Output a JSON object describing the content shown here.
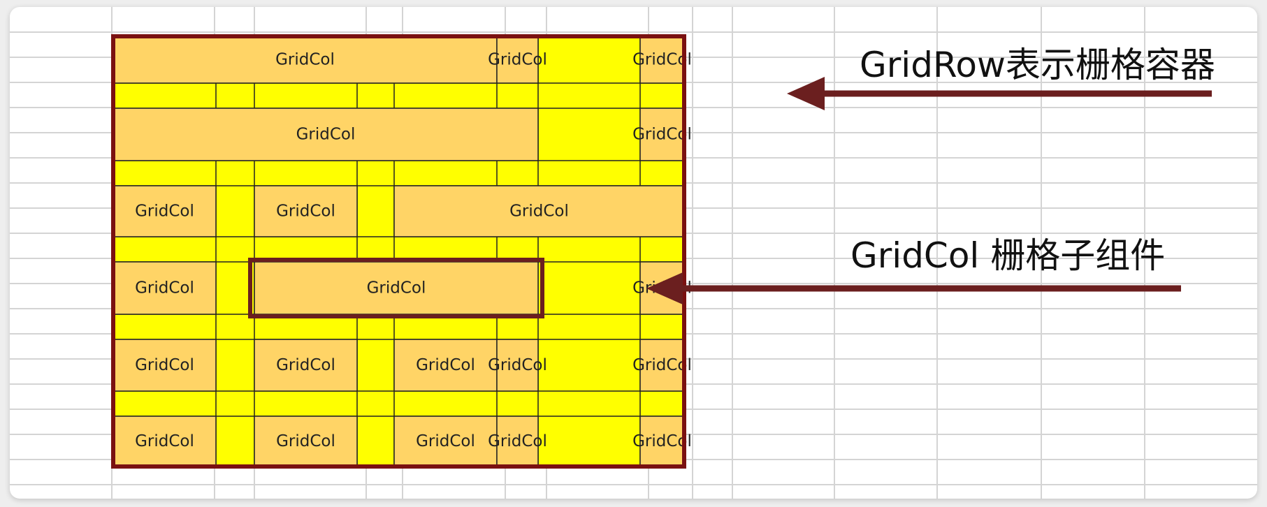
{
  "colors": {
    "background": "#ffffff",
    "sheet_grid": "#d4d4d4",
    "filler": "#ffff00",
    "col": "#ffd466",
    "col_border": "#222222",
    "container_border": "#7a1111",
    "arrow": "#6b1f1f"
  },
  "grid": {
    "column_label": "GridCol",
    "rows": [
      {
        "spans": [
          [
            0,
            4
          ],
          [
            5,
            5
          ],
          [
            7,
            7
          ]
        ]
      },
      {
        "spans": [
          [
            0,
            5
          ],
          [
            7,
            7
          ]
        ]
      },
      {
        "spans": [
          [
            0,
            0
          ],
          [
            2,
            2
          ],
          [
            4,
            7
          ]
        ]
      },
      {
        "spans": [
          [
            0,
            0
          ],
          [
            2,
            5
          ],
          [
            7,
            7
          ]
        ]
      },
      {
        "spans": [
          [
            0,
            0
          ],
          [
            2,
            2
          ],
          [
            4,
            4
          ],
          [
            5,
            5
          ],
          [
            7,
            7
          ]
        ]
      },
      {
        "spans": [
          [
            0,
            0
          ],
          [
            2,
            2
          ],
          [
            4,
            4
          ],
          [
            5,
            5
          ],
          [
            7,
            7
          ]
        ]
      }
    ],
    "highlighted": {
      "row": 3,
      "span": 1
    }
  },
  "annotations": {
    "row_label": "GridRow表示栅格容器",
    "col_label": "GridCol 栅格子组件"
  }
}
